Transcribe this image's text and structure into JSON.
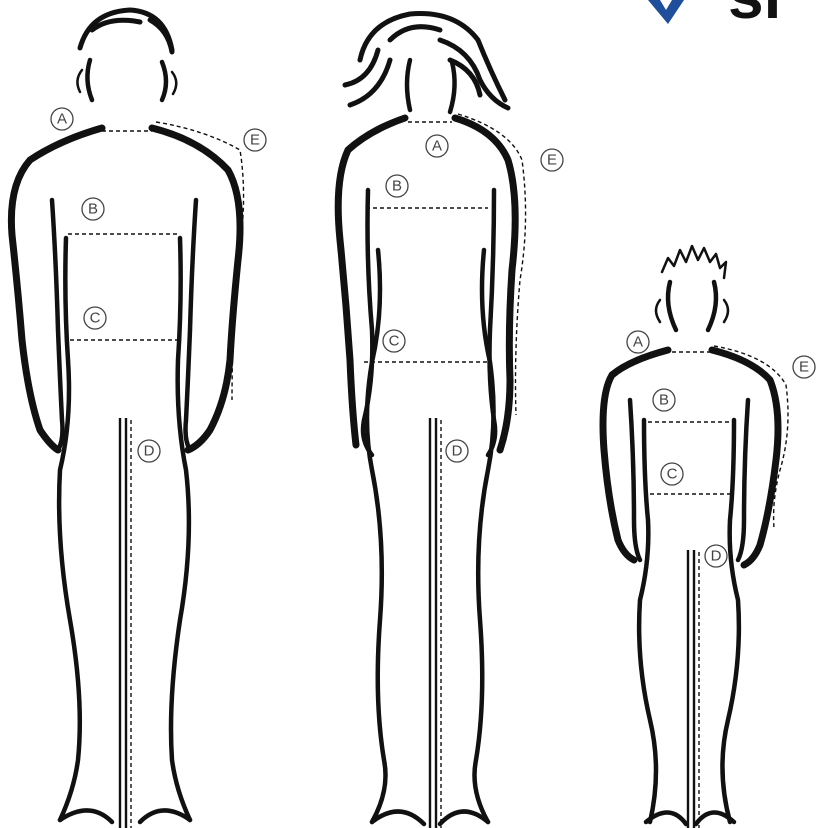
{
  "figures": [
    {
      "id": "man",
      "markers": [
        "A",
        "B",
        "C",
        "D",
        "E"
      ]
    },
    {
      "id": "woman",
      "markers": [
        "A",
        "B",
        "C",
        "D",
        "E"
      ]
    },
    {
      "id": "child",
      "markers": [
        "A",
        "B",
        "C",
        "D",
        "E"
      ]
    }
  ],
  "logo": {
    "icon": "checkmark-icon",
    "text": "sr",
    "accent_color": "#1f4e9c"
  },
  "colors": {
    "outline": "#111111",
    "marker": "#444444",
    "background": "#ffffff"
  }
}
